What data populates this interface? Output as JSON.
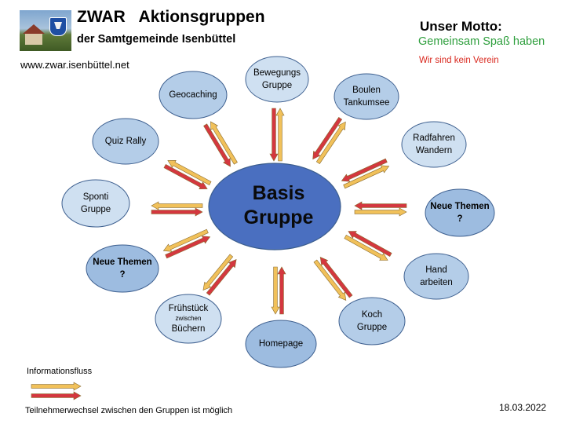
{
  "header": {
    "title": "ZWAR   Aktionsgruppen",
    "subtitle": "der Samtgemeinde Isenbüttel",
    "website": "www.zwar.isenbüttel.net"
  },
  "motto": {
    "heading": "Unser Motto:",
    "line1": "Gemeinsam Spaß haben",
    "line2": "Wir sind kein Verein"
  },
  "center": {
    "line1": "Basis",
    "line2": "Gruppe"
  },
  "nodes": [
    {
      "id": "bewegungs",
      "line1": "Bewegungs",
      "line2": "Gruppe"
    },
    {
      "id": "boulen",
      "line1": "Boulen",
      "line2": "Tankumsee"
    },
    {
      "id": "radfahren",
      "line1": "Radfahren",
      "line2": "Wandern"
    },
    {
      "id": "neue-right",
      "line1": "Neue Themen",
      "line2": "?"
    },
    {
      "id": "hand",
      "line1": "Hand",
      "line2": "arbeiten"
    },
    {
      "id": "koch",
      "line1": "Koch",
      "line2": "Gruppe"
    },
    {
      "id": "homepage",
      "line1": "Homepage"
    },
    {
      "id": "fruehstueck",
      "line1": "Frühstück",
      "small": "zwischen",
      "line2": "Büchern"
    },
    {
      "id": "neue-left",
      "line1": "Neue Themen",
      "line2": "?"
    },
    {
      "id": "sponti",
      "line1": "Sponti",
      "line2": "Gruppe"
    },
    {
      "id": "quiz",
      "line1": "Quiz Rally"
    },
    {
      "id": "geocaching",
      "line1": "Geocaching"
    }
  ],
  "legend": {
    "title": "Informationsfluss"
  },
  "footer": {
    "note": "Teilnehmerwechsel zwischen den Gruppen ist möglich",
    "date": "18.03.2022"
  },
  "colors": {
    "center_fill": "#4a6fc0",
    "node_fill_light": "#cfe0f1",
    "node_fill_mid": "#b4cde8",
    "node_fill_dark": "#9dbce0",
    "node_stroke": "#3d5f8f",
    "arrow_yellow": "#f1c15a",
    "arrow_red": "#d4373f",
    "arrow_outline": "#8a6a2a",
    "motto_green": "#2e9f3d",
    "motto_red": "#d9281e"
  }
}
